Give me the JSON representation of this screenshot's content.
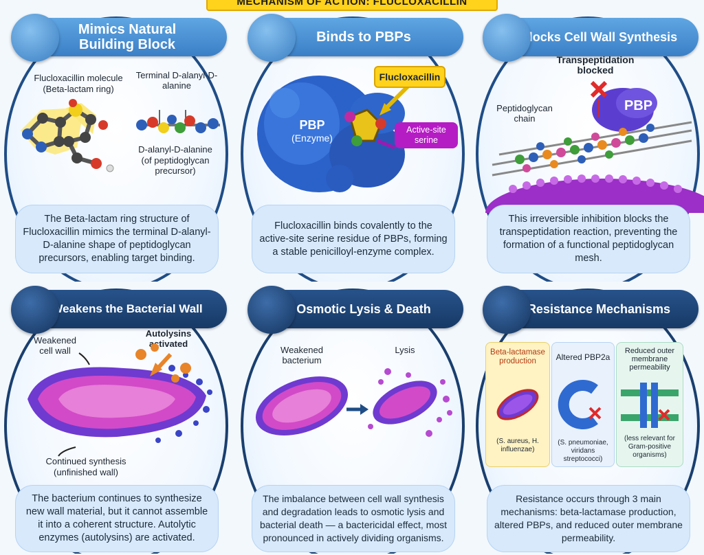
{
  "header": {
    "title": "MECHANISM OF ACTION: FLUCLOXACILLIN"
  },
  "panels": [
    {
      "title": "Mimics Natural Building Block",
      "labels": {
        "molecule": "Flucloxacillin molecule",
        "ring": "(Beta-lactam ring)",
        "terminal": "Terminal D-alanyl-D-alanine",
        "dala": "D-alanyl-D-alanine",
        "precursor": "(of peptidoglycan precursor)"
      },
      "description": "The Beta-lactam ring structure of Flucloxacillin mimics the terminal D-alanyl-D-alanine shape of peptidoglycan precursors, enabling target binding."
    },
    {
      "title": "Binds to PBPs",
      "labels": {
        "drug": "Flucloxacillin",
        "pbp": "PBP",
        "enzyme": "(Enzyme)",
        "serine": "Active-site serine"
      },
      "description": "Flucloxacillin binds covalently to the active-site serine residue of PBPs, forming a stable penicilloyl-enzyme complex."
    },
    {
      "title": "Blocks Cell Wall Synthesis",
      "labels": {
        "blocked": "Transpeptidation blocked",
        "pbp": "PBP",
        "chain": "Peptidoglycan chain"
      },
      "description": "This irreversible inhibition blocks the transpeptidation reaction, preventing the formation of a functional peptidoglycan mesh."
    },
    {
      "title": "Weakens the Bacterial Wall",
      "labels": {
        "weak": "Weakened cell wall",
        "autolysins": "Autolysins activated",
        "continued": "Continued synthesis",
        "unfinished": "(unfinished wall)"
      },
      "description": "The bacterium continues to synthesize new wall material, but it cannot assemble it into a coherent structure. Autolytic enzymes (autolysins) are activated."
    },
    {
      "title": "Osmotic Lysis & Death",
      "labels": {
        "weak": "Weakened bacterium",
        "lysis": "Lysis"
      },
      "description": "The imbalance between cell wall synthesis and degradation leads to osmotic lysis and bacterial death — a bactericidal effect, most pronounced in actively dividing organisms."
    },
    {
      "title": "Resistance Mechanisms",
      "cards": [
        {
          "title": "Beta-lactamase production",
          "note": "(S. aureus, H. influenzae)"
        },
        {
          "title": "Altered PBP2a",
          "note": "(S. pneumoniae, viridans streptococci)"
        },
        {
          "title": "Reduced outer membrane permeability",
          "note": "(less relevant for Gram-positive organisms)"
        }
      ],
      "description": "Resistance occurs through 3 main mechanisms: beta-lactamase production, altered PBPs, and reduced outer membrane permeability."
    }
  ]
}
